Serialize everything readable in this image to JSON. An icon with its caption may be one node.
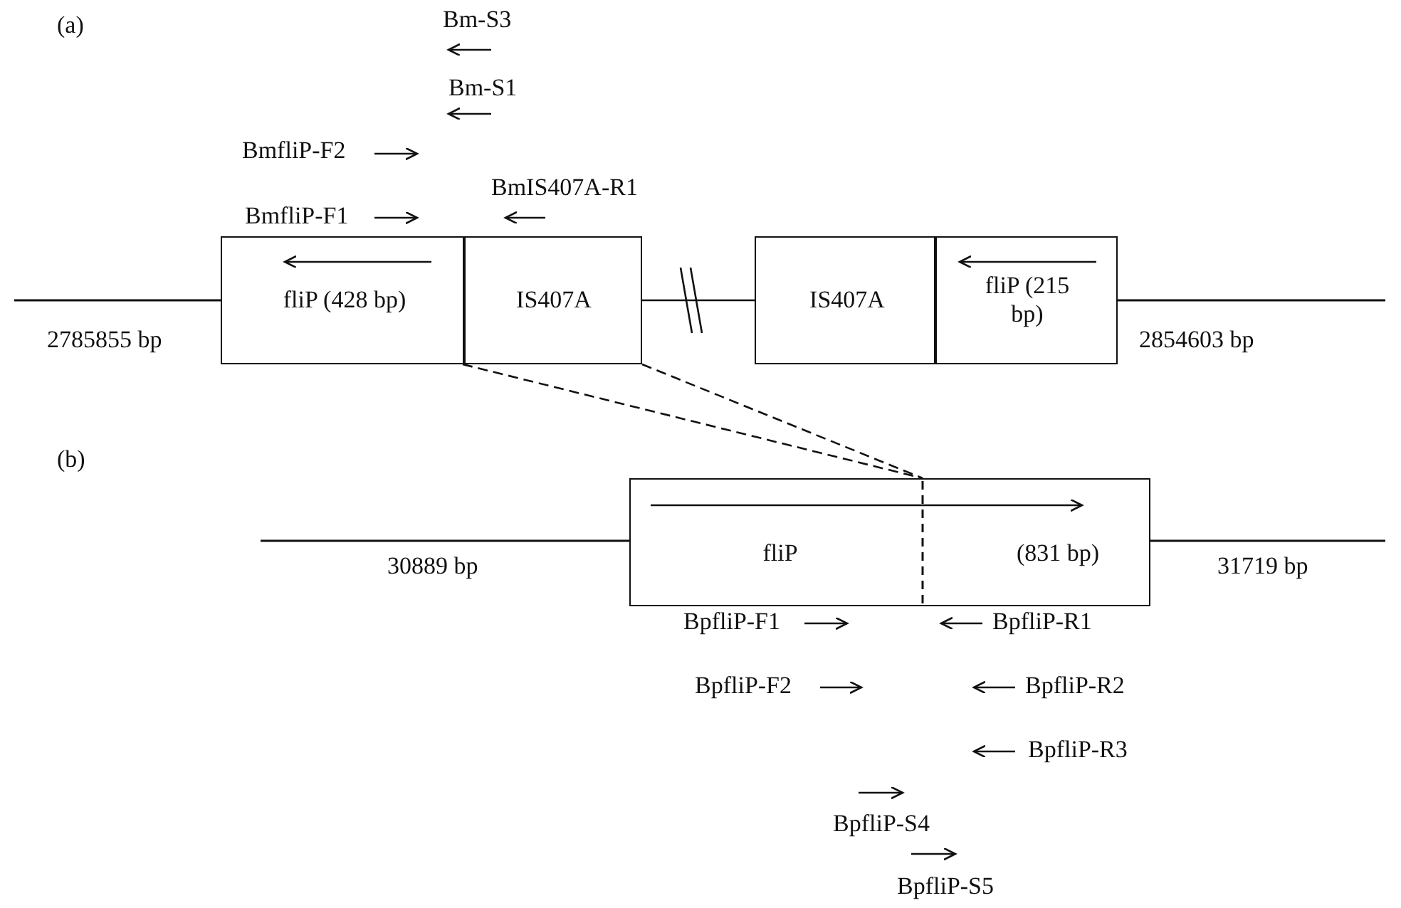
{
  "diagram": {
    "nodes": [
      {
        "text": [
          "fliP (428 bp)"
        ]
      },
      {
        "text": [
          "IS407A"
        ]
      },
      {
        "text": [
          "IS407A"
        ]
      },
      {
        "text": [
          "fliP (215 bp)"
        ]
      },
      {
        "text": [
          "fliP",
          "(831 bp)"
        ]
      }
    ],
    "edges": [
      {
        "from": 1,
        "to": 4,
        "arrow": "none",
        "style": "dashed"
      },
      {
        "from": 1,
        "to": 4,
        "arrow": "none",
        "style": "dashed"
      },
      {
        "from": 1,
        "to": 2,
        "arrow": "none"
      }
    ],
    "labels": [
      "(a)",
      "Bm-S3",
      "Bm-S1",
      "BmfliP-F2",
      "BmIS407A-R1",
      "BmfliP-F1",
      "2785855 bp",
      "2854603 bp",
      "(b)",
      "30889 bp",
      "31719 bp",
      "BpfliP-F1",
      "BpfliP-R1",
      "BpfliP-F2",
      "BpfliP-R2",
      "BpfliP-R3",
      "BpfliP-S4",
      "BpfliP-S5"
    ]
  }
}
